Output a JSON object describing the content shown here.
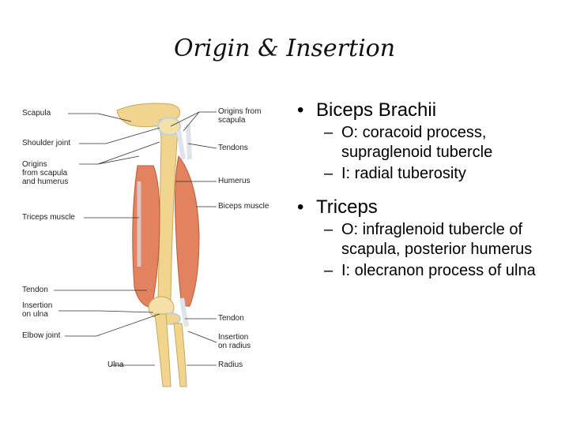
{
  "slide": {
    "title": "Origin & Insertion"
  },
  "figure": {
    "labels": {
      "scapula": "Scapula",
      "shoulder_joint": "Shoulder joint",
      "origins": "Origins\nfrom scapula\nand humerus",
      "triceps_muscle": "Triceps muscle",
      "tendon_left": "Tendon",
      "insertion_ulna": "Insertion\non ulna",
      "elbow_joint": "Elbow joint",
      "ulna": "Ulna",
      "origins_from_scapula": "Origins from\nscapula",
      "tendons": "Tendons",
      "humerus": "Humerus",
      "biceps_muscle": "Biceps muscle",
      "tendon_right": "Tendon",
      "insertion_radius": "Insertion\non radius",
      "radius": "Radius"
    },
    "colors": {
      "bone": "#f1d58e",
      "muscle": "#e2825f",
      "tendon": "#dde4ea",
      "line": "#333333"
    }
  },
  "bullets": [
    {
      "dot": "•",
      "text": "Biceps Brachii",
      "subs": [
        {
          "dash": "–",
          "text": "O: coracoid process, supraglenoid tubercle"
        },
        {
          "dash": "–",
          "text": "I: radial tuberosity"
        }
      ]
    },
    {
      "dot": "•",
      "text": "Triceps",
      "subs": [
        {
          "dash": "–",
          "text": "O: infraglenoid tubercle of scapula, posterior humerus"
        },
        {
          "dash": "–",
          "text": "I: olecranon process of ulna"
        }
      ]
    }
  ]
}
